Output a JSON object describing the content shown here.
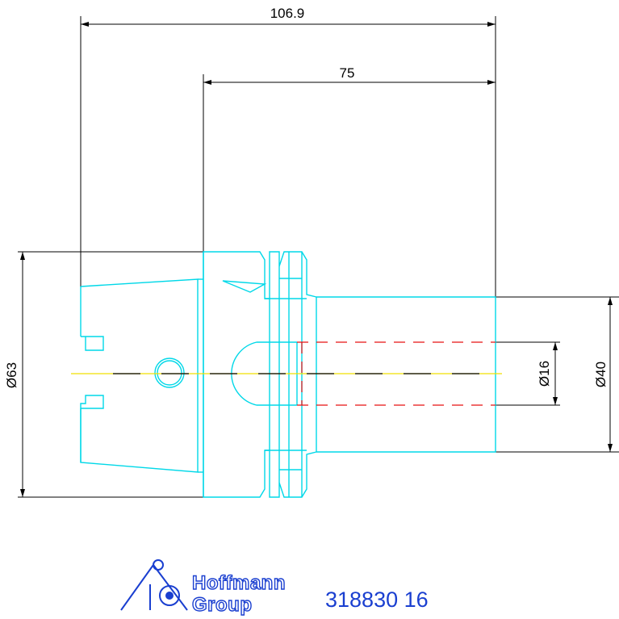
{
  "dimensions": {
    "overall_length": "106.9",
    "projection_length": "75",
    "flange_diameter": "Ø63",
    "shank_diameter": "Ø40",
    "bore_diameter": "Ø16"
  },
  "logo": {
    "line1": "Hoffmann",
    "line2": "Group"
  },
  "article_number": "318830 16",
  "colors": {
    "part_outline": "#00d8e8",
    "dimension": "#000000",
    "hidden_line": "#e81010",
    "centerline": "#f0e000",
    "logo": "#1a3fd0"
  }
}
